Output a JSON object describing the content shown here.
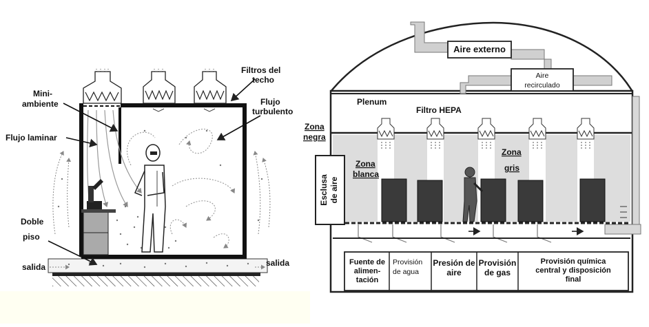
{
  "left": {
    "filtros_1": "Filtros del",
    "filtros_2": "techo",
    "mini_1": "Mini-",
    "mini_2": "ambiente",
    "flujo_turb_1": "Flujo",
    "flujo_turb_2": "turbulento",
    "flujo_laminar": "Flujo laminar",
    "doble": "Doble",
    "piso": "piso",
    "salida_left": "salida",
    "salida_right": "salida"
  },
  "right": {
    "aire_externo": "Aire externo",
    "aire_recirc_1": "Aire",
    "aire_recirc_2": "recirculado",
    "plenum": "Plenum",
    "filtro_hepa": "Filtro HEPA",
    "zona_negra_1": "Zona",
    "zona_negra_2": "negra",
    "zona_gris_1": "Zona",
    "zona_gris_2": "gris",
    "zona_blanca_1": "Zona",
    "zona_blanca_2": "blanca",
    "esclusa_1": "Esclusa",
    "esclusa_2": "de aire",
    "bottom_cells": [
      {
        "lines": [
          "Fuente de",
          "alimen-",
          "tación"
        ]
      },
      {
        "lines": [
          "Provisión",
          "de agua"
        ]
      },
      {
        "lines": [
          "Presión de",
          "aire"
        ]
      },
      {
        "lines": [
          "Provisión",
          "de gas"
        ]
      },
      {
        "lines": [
          "Provisión química",
          "central y disposición",
          "final"
        ]
      }
    ]
  }
}
